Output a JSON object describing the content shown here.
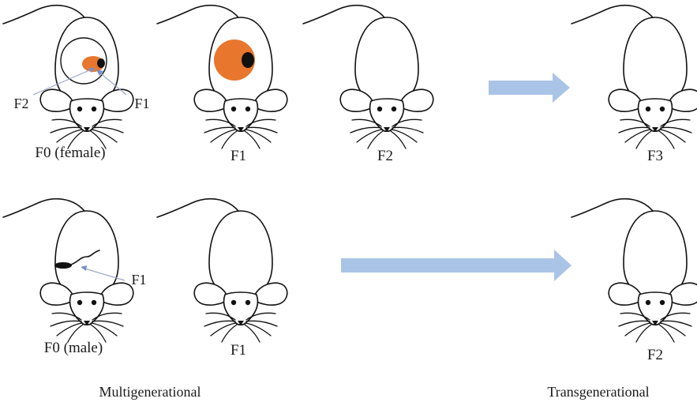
{
  "row1": {
    "mouse_labels": [
      "F0 (female)",
      "F1",
      "F2",
      "F3"
    ],
    "pointer_labels": {
      "left": "F2",
      "right": "F1"
    }
  },
  "row2": {
    "mouse_labels": [
      "F0 (male)",
      "F1",
      "F2"
    ],
    "pointer_label": "F1"
  },
  "footer": {
    "left": "Multigenerational",
    "right": "Transgenerational"
  },
  "colors": {
    "embryo": "#e8762c",
    "arrow": "#a9c4e6",
    "pointer": "#7a90c8"
  }
}
